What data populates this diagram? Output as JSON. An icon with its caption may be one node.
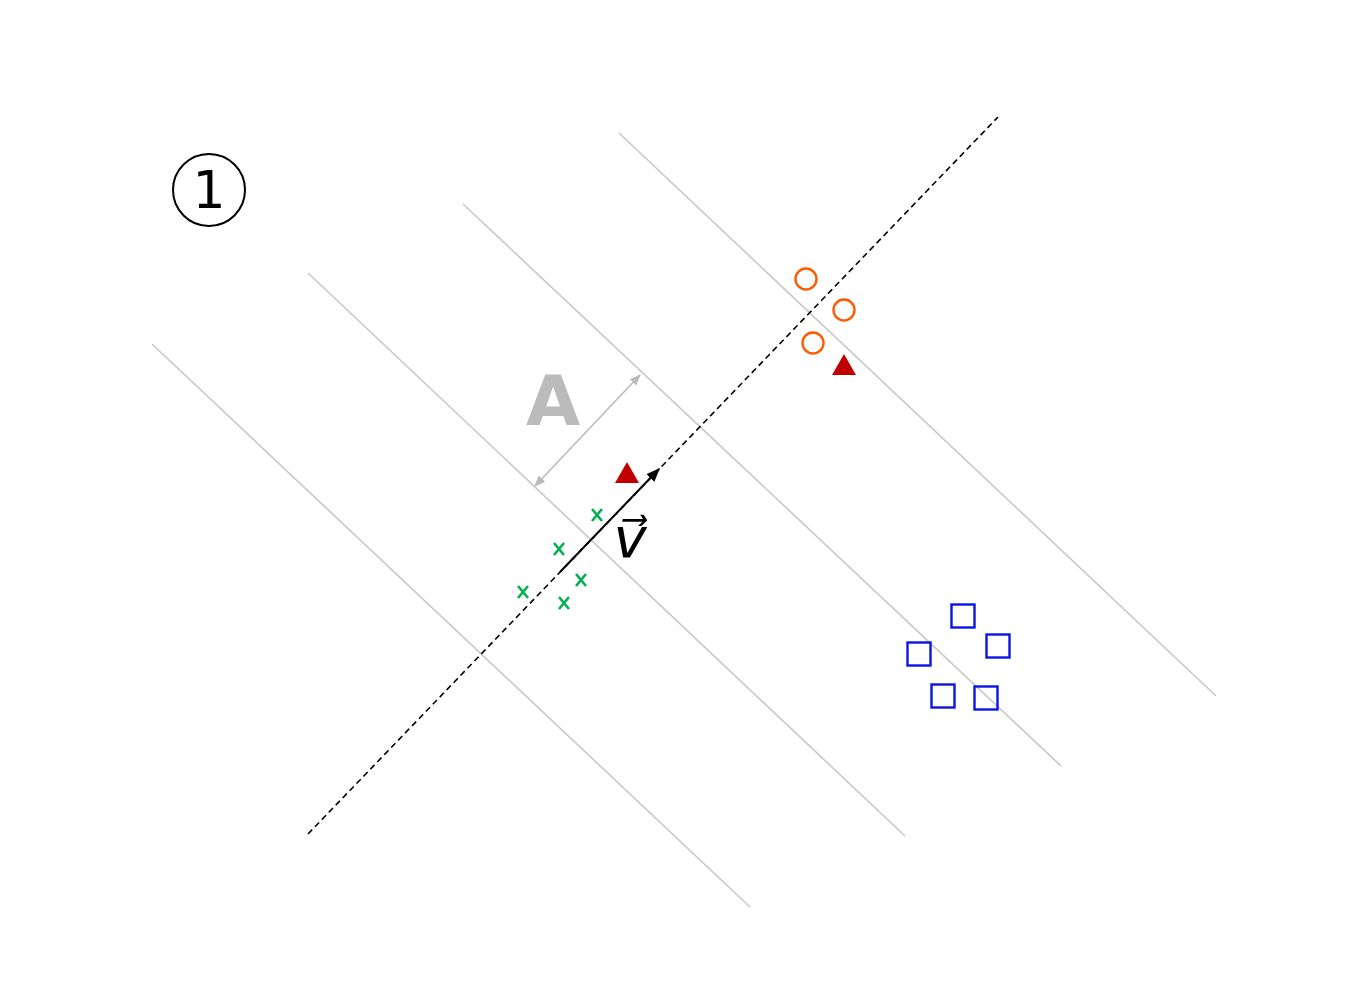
{
  "diagram": {
    "labels": [
      "1",
      "A",
      "v⃗"
    ]
  }
}
